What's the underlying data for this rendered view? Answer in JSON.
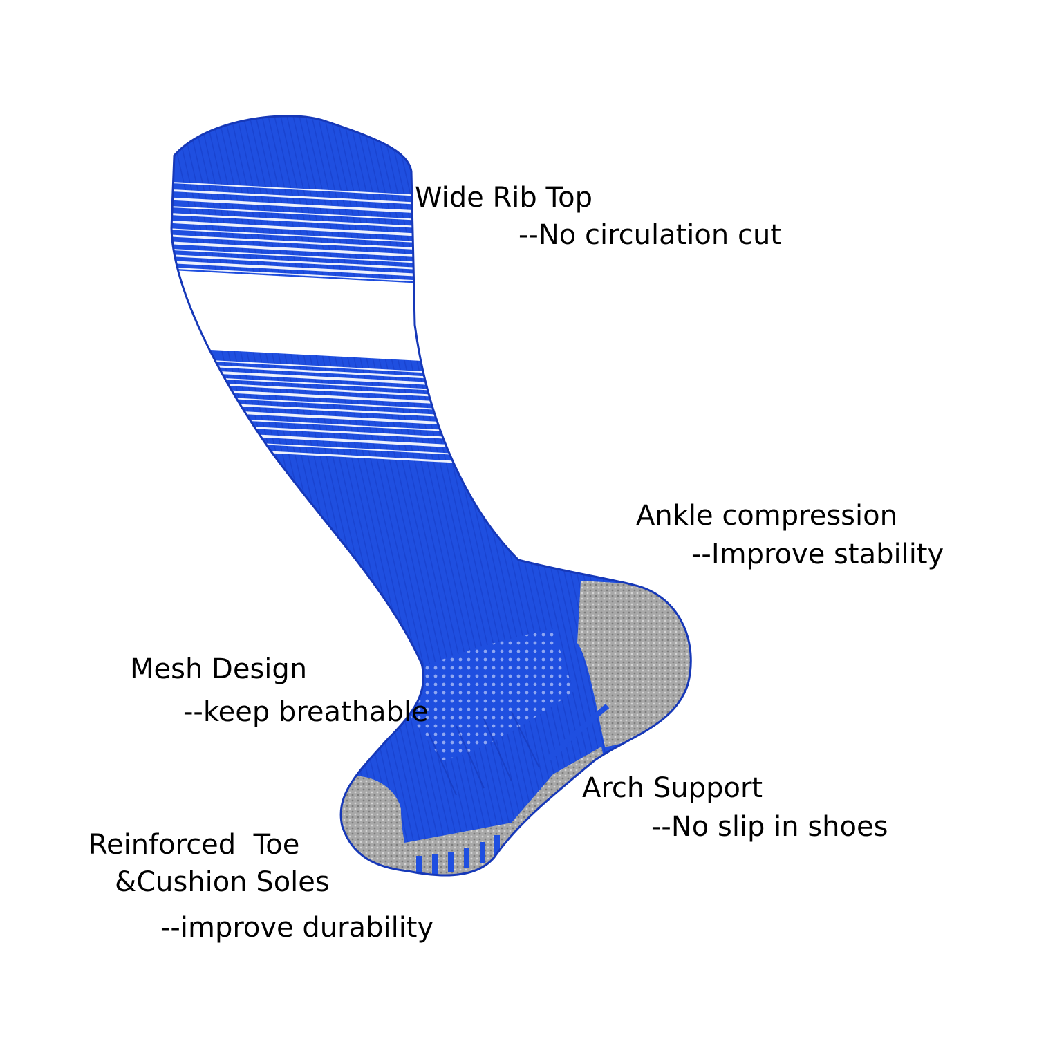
{
  "colors": {
    "sock_blue": "#1f4fe0",
    "sock_dark_blue": "#1538c4",
    "stripe_white": "#ffffff",
    "cushion_grey": "#a9a9a9",
    "text": "#000000",
    "background": "#ffffff"
  },
  "features": [
    {
      "id": "rib-top",
      "title": "Wide Rib Top",
      "subtitle": "--No circulation cut"
    },
    {
      "id": "ankle",
      "title": "Ankle compression",
      "subtitle": "--Improve stability"
    },
    {
      "id": "mesh",
      "title": "Mesh Design",
      "subtitle": "--keep breathable"
    },
    {
      "id": "arch",
      "title": "Arch Support",
      "subtitle": "--No slip in shoes"
    },
    {
      "id": "toe",
      "title": "Reinforced  Toe",
      "title_line2": "&Cushion Soles",
      "subtitle": "--improve durability"
    }
  ]
}
